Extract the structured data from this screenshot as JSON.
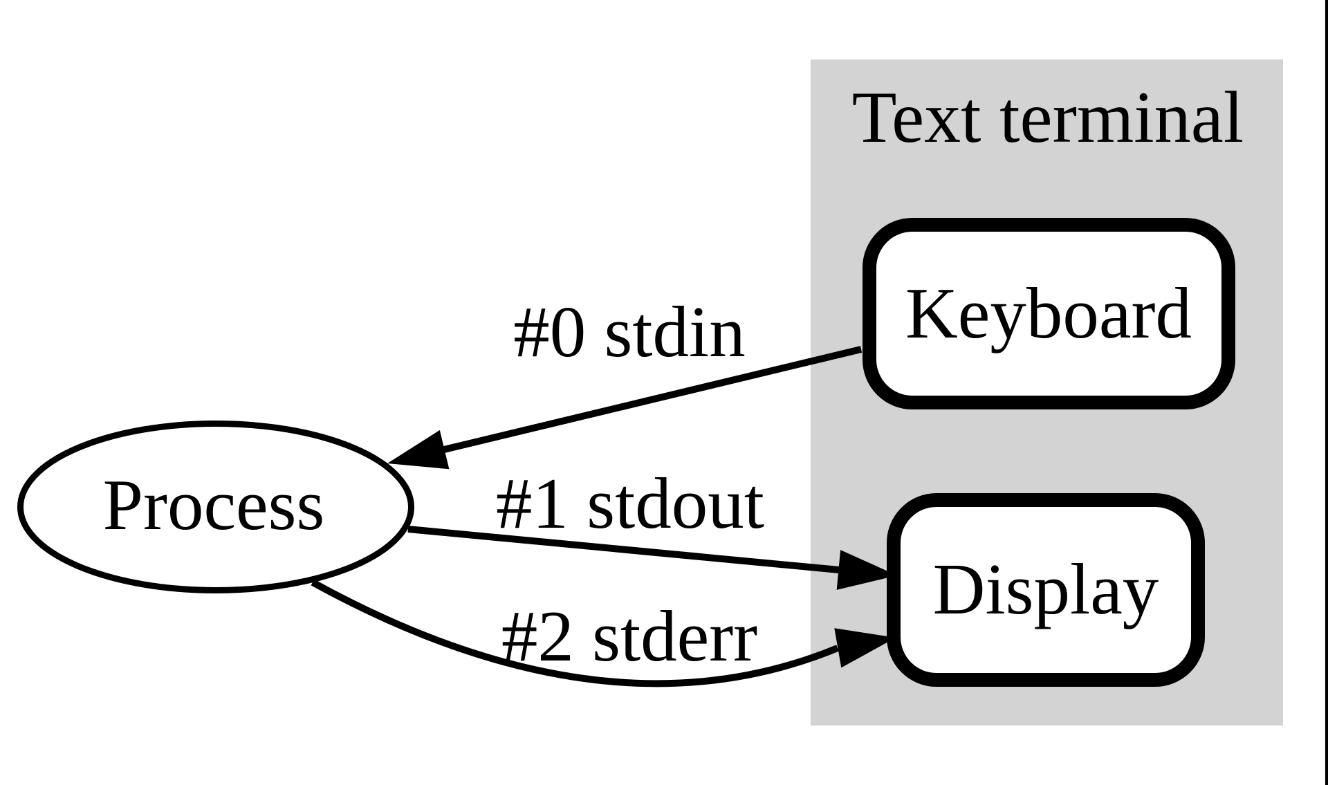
{
  "diagram": {
    "cluster": {
      "label": "Text terminal"
    },
    "nodes": {
      "process": {
        "label": "Process"
      },
      "keyboard": {
        "label": "Keyboard"
      },
      "display": {
        "label": "Display"
      }
    },
    "edges": {
      "stdin": {
        "label": "#0 stdin",
        "from": "Keyboard",
        "to": "Process"
      },
      "stdout": {
        "label": "#1 stdout",
        "from": "Process",
        "to": "Display"
      },
      "stderr": {
        "label": "#2 stderr",
        "from": "Process",
        "to": "Display"
      }
    }
  },
  "colors": {
    "background": "#ffffff",
    "cluster_fill": "#d3d3d3",
    "node_fill": "#ffffff",
    "stroke": "#000000",
    "right_border": "#000000"
  }
}
